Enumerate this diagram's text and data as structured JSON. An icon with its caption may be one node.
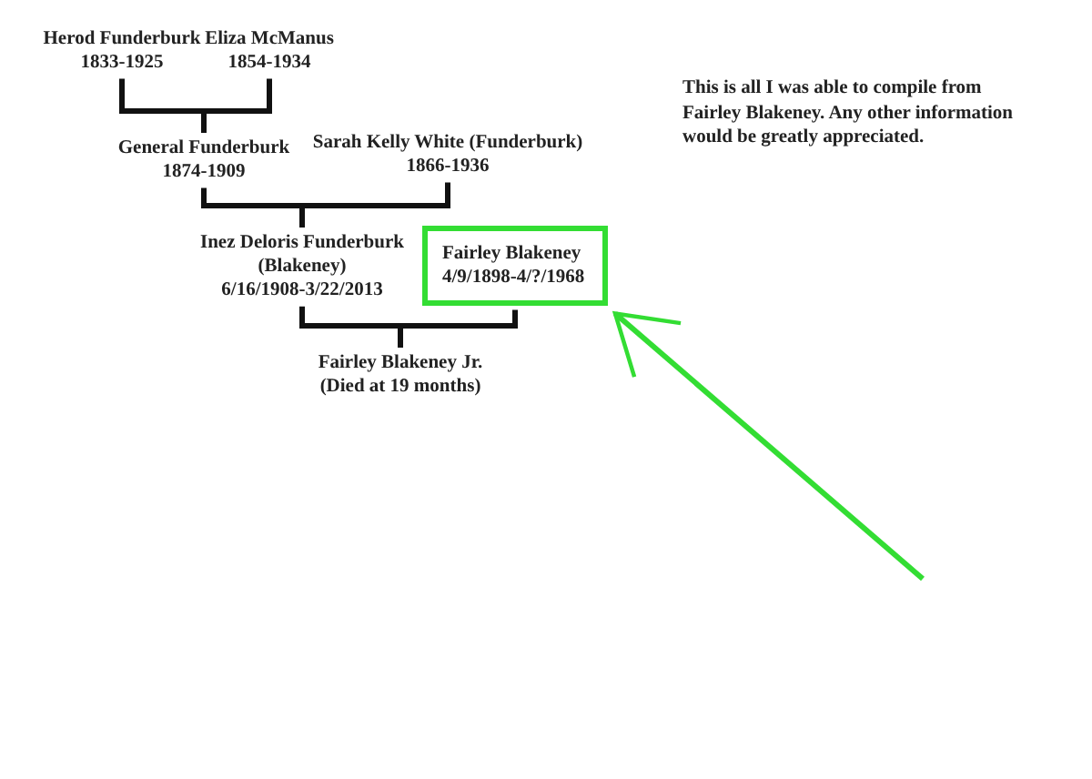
{
  "diagram": {
    "nodes": [
      {
        "text": [
          "Herod Funderburk",
          "1833-1925"
        ]
      },
      {
        "text": [
          "Eliza McManus",
          "1854-1934"
        ]
      },
      {
        "text": [
          "General Funderburk",
          "1874-1909"
        ]
      },
      {
        "text": [
          "Sarah Kelly White (Funderburk)",
          "1866-1936"
        ]
      },
      {
        "text": [
          "Inez Deloris Funderburk (Blakeney)",
          "6/16/1908-3/22/2013"
        ]
      },
      {
        "text": [
          "Fairley Blakeney",
          "4/9/1898-4/?/1968"
        ]
      },
      {
        "text": [
          "Fairley Blakeney Jr.",
          "(Died at 19 months)"
        ]
      }
    ],
    "edges": [
      {
        "from": 0,
        "to": 2,
        "arrow": "none"
      },
      {
        "from": 1,
        "to": 2,
        "arrow": "none"
      },
      {
        "from": 2,
        "to": 4,
        "arrow": "none"
      },
      {
        "from": 3,
        "to": 4,
        "arrow": "none"
      },
      {
        "from": 4,
        "to": 6,
        "arrow": "none"
      },
      {
        "from": 5,
        "to": 6,
        "arrow": "none"
      },
      {
        "from": null,
        "to": 5,
        "arrow": "to",
        "color": "#33dd33"
      }
    ],
    "labels": [
      "This is all I was able to compile from Fairley Blakeney. Any other information would be greatly appreciated."
    ]
  }
}
